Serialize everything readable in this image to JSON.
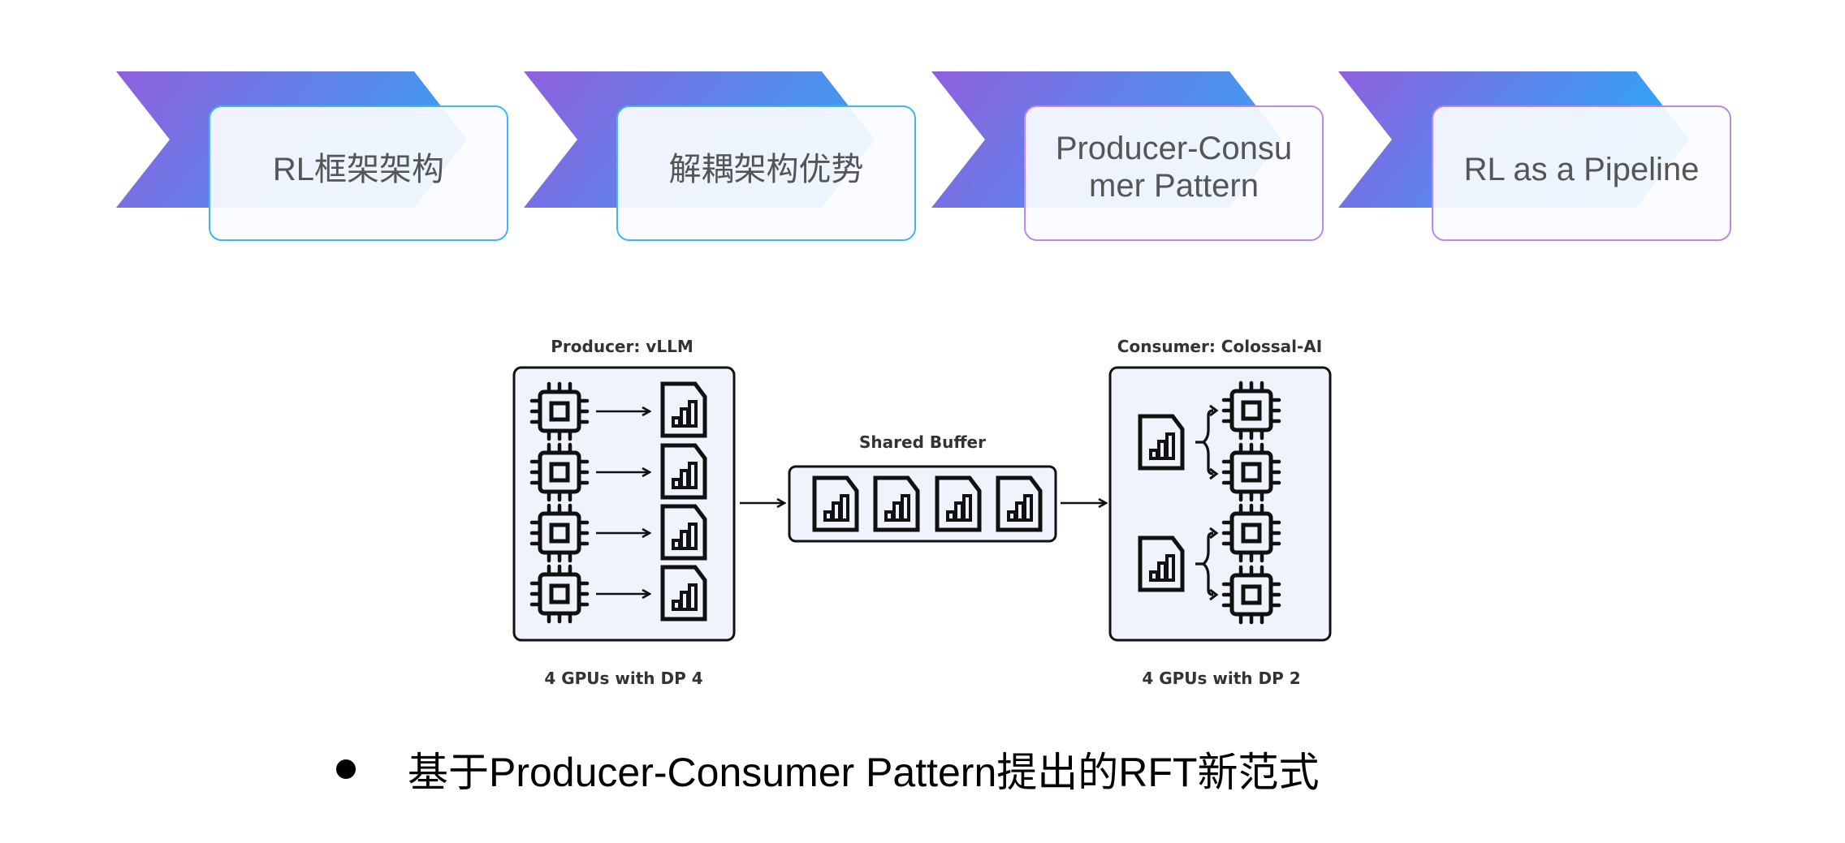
{
  "process_steps": [
    {
      "label": "RL框架架构",
      "border_color": "#41b5f0"
    },
    {
      "label": "解耦架构优势",
      "border_color": "#41b5f0"
    },
    {
      "label": "Producer-Consumer Pattern",
      "label_lines": [
        "Producer-Consu",
        "mer Pattern"
      ],
      "border_color": "#b98be6"
    },
    {
      "label": "RL as a Pipeline",
      "border_color": "#b98be6"
    }
  ],
  "arrow_gradient": {
    "start": "#8f5fde",
    "end": "#3d9cf2",
    "end_last": "#2aa8f8"
  },
  "diagram": {
    "producer": {
      "title": "Producer: vLLM",
      "caption": "4 GPUs with DP 4",
      "gpu_count": 4,
      "output_docs": 4
    },
    "shared_buffer": {
      "title": "Shared Buffer",
      "doc_count": 4
    },
    "consumer": {
      "title": "Consumer: Colossal-AI",
      "caption": "4 GPUs with DP 2",
      "gpu_count": 4,
      "dp_groups": 2
    },
    "colors": {
      "box_fill": "#eef3fc",
      "stroke": "#111111"
    }
  },
  "bullet": {
    "text": "基于Producer-Consumer Pattern提出的RFT新范式"
  }
}
